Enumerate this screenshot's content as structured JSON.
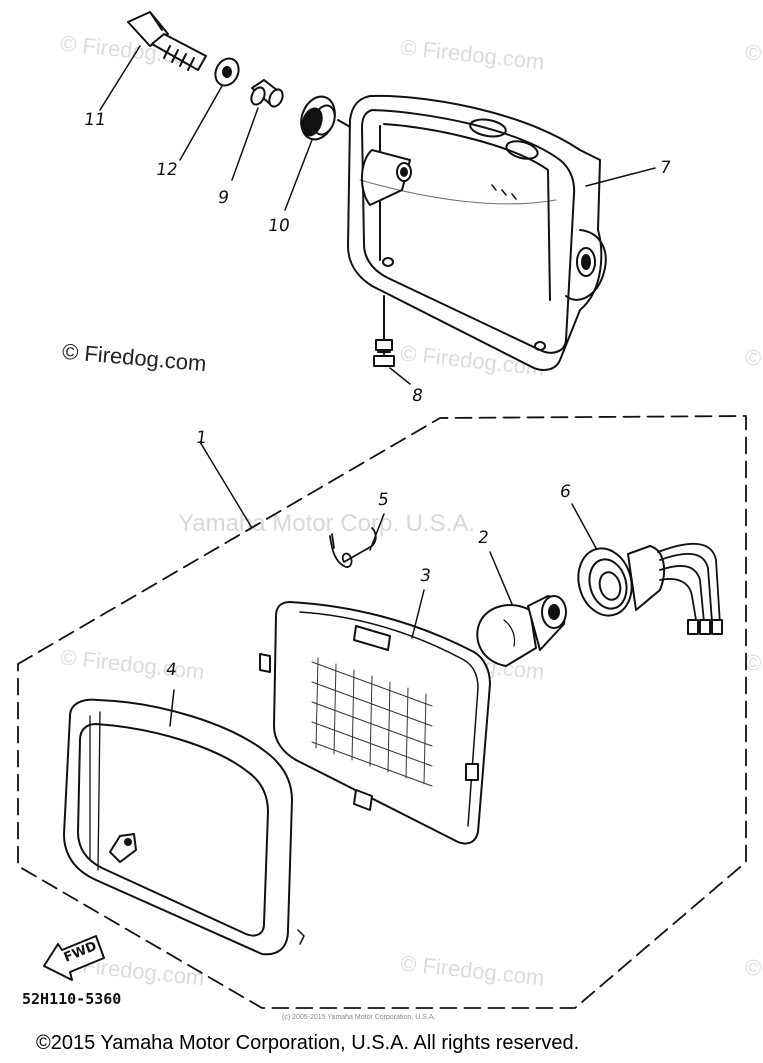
{
  "watermark": {
    "site": "© Firedog.com",
    "site_short": "Firedog.com",
    "copyright_symbol": "©",
    "brand": "Yamaha Motor Corp. U.S.A."
  },
  "callouts": {
    "c1": "1",
    "c2": "2",
    "c3": "3",
    "c4": "4",
    "c5": "5",
    "c6": "6",
    "c7": "7",
    "c8": "8",
    "c9": "9",
    "c10": "10",
    "c11": "11",
    "c12": "12"
  },
  "diagram": {
    "part_code": "52H110-5360",
    "fwd_label": "FWD",
    "small_copyright": "(c) 2005-2015 Yamaha Motor Corporation, U.S.A."
  },
  "footer": {
    "copyright": "©2015 Yamaha Motor Corporation, U.S.A. All rights reserved."
  }
}
